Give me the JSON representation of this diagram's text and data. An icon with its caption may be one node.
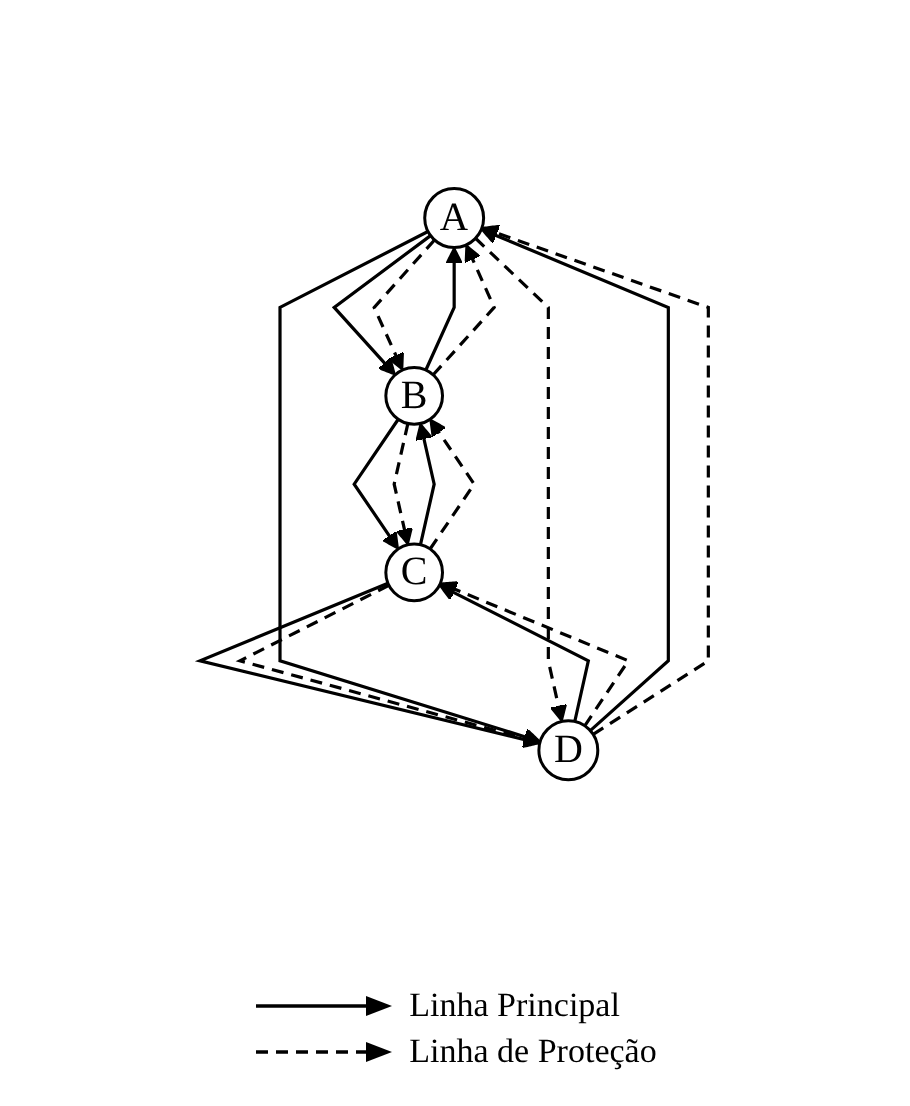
{
  "diagram": {
    "nodes": [
      {
        "text": [
          "A"
        ]
      },
      {
        "text": [
          "B"
        ]
      },
      {
        "text": [
          "C"
        ]
      },
      {
        "text": [
          "D"
        ]
      }
    ],
    "edges": [
      {
        "from": 0,
        "to": 1,
        "arrow": "to"
      },
      {
        "from": 1,
        "to": 0,
        "arrow": "to"
      },
      {
        "from": 0,
        "to": 1,
        "arrow": "to",
        "style": "dashed"
      },
      {
        "from": 1,
        "to": 0,
        "arrow": "to",
        "style": "dashed"
      },
      {
        "from": 1,
        "to": 2,
        "arrow": "to"
      },
      {
        "from": 2,
        "to": 1,
        "arrow": "to"
      },
      {
        "from": 1,
        "to": 2,
        "arrow": "to",
        "style": "dashed"
      },
      {
        "from": 2,
        "to": 1,
        "arrow": "to",
        "style": "dashed"
      },
      {
        "from": 2,
        "to": 3,
        "arrow": "to"
      },
      {
        "from": 3,
        "to": 2,
        "arrow": "to"
      },
      {
        "from": 2,
        "to": 3,
        "arrow": "to",
        "style": "dashed"
      },
      {
        "from": 3,
        "to": 2,
        "arrow": "to",
        "style": "dashed"
      },
      {
        "from": 3,
        "to": 0,
        "arrow": "to"
      },
      {
        "from": 0,
        "to": 3,
        "arrow": "to"
      },
      {
        "from": 3,
        "to": 0,
        "arrow": "to",
        "style": "dashed"
      },
      {
        "from": 0,
        "to": 3,
        "arrow": "to",
        "style": "dashed"
      }
    ],
    "legend": [
      {
        "text": "Linha Principal"
      },
      {
        "text": "Linha de Proteção"
      }
    ]
  }
}
